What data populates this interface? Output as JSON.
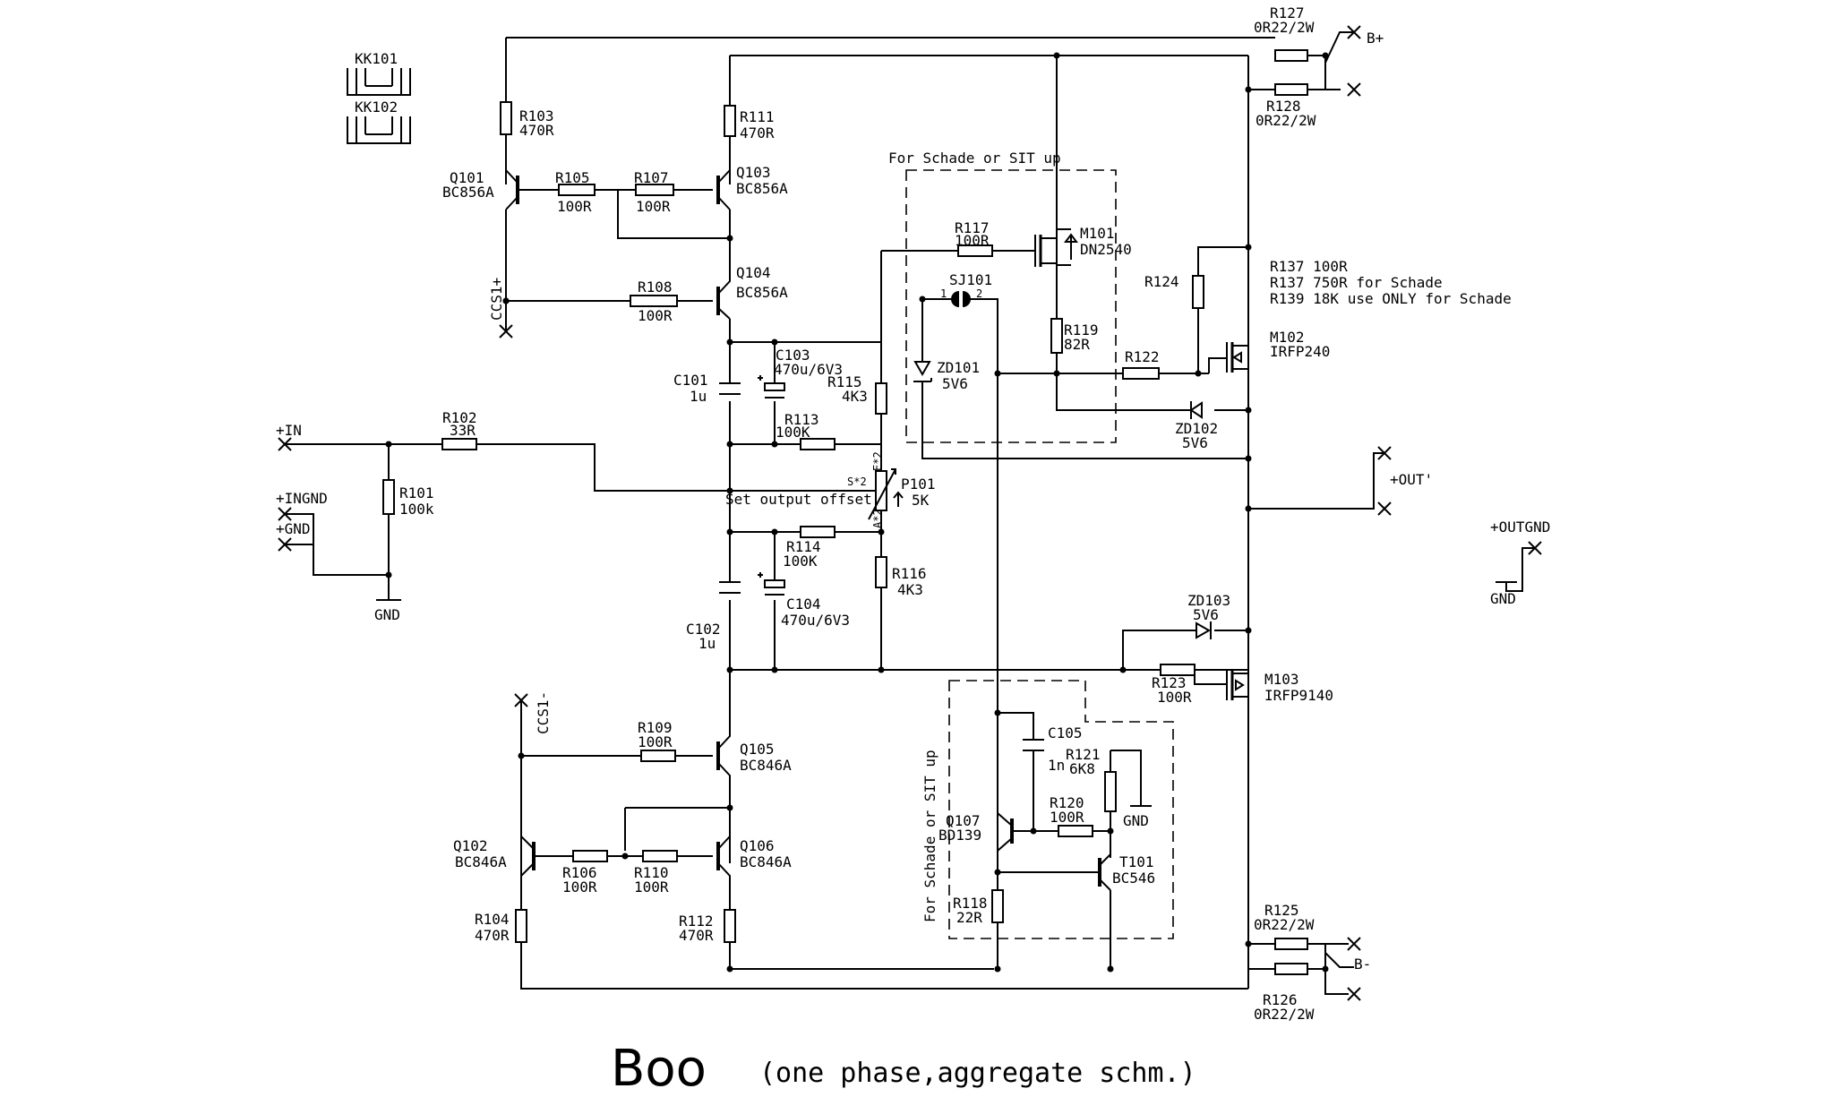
{
  "title": "Boo",
  "subtitle": "(one phase,aggregate schm.)",
  "notes": {
    "line1": "R137 100R",
    "line2": "R137 750R for Schade",
    "line3": "R139 18K use ONLY for Schade",
    "offset": "Set output offset",
    "box_top": "For Schade or SIT up",
    "box_bottom": "For Schade or SIT up"
  },
  "ports": {
    "in": "+IN",
    "ingnd": "+INGND",
    "gnd_in": "+GND",
    "gnd1": "GND",
    "gnd2": "GND",
    "gnd3": "GND",
    "out": "+OUT'",
    "outgnd": "+OUTGND",
    "bplus": "B+",
    "bminus": "B-",
    "ccs1p": "CCS1+",
    "ccs1m": "CCS1-"
  },
  "heatsinks": {
    "kk101": "KK101",
    "kk102": "KK102"
  },
  "resistors": {
    "R101": {
      "name": "R101",
      "value": "100k"
    },
    "R102": {
      "name": "R102",
      "value": "33R"
    },
    "R103": {
      "name": "R103",
      "value": "470R"
    },
    "R104": {
      "name": "R104",
      "value": "470R"
    },
    "R105": {
      "name": "R105",
      "value": "100R"
    },
    "R106": {
      "name": "R106",
      "value": "100R"
    },
    "R107": {
      "name": "R107",
      "value": "100R"
    },
    "R108": {
      "name": "R108",
      "value": "100R"
    },
    "R109": {
      "name": "R109",
      "value": "100R"
    },
    "R110": {
      "name": "R110",
      "value": "100R"
    },
    "R111": {
      "name": "R111",
      "value": "470R"
    },
    "R112": {
      "name": "R112",
      "value": "470R"
    },
    "R113": {
      "name": "R113",
      "value": "100K"
    },
    "R114": {
      "name": "R114",
      "value": "100K"
    },
    "R115": {
      "name": "R115",
      "value": "4K3"
    },
    "R116": {
      "name": "R116",
      "value": "4K3"
    },
    "R117": {
      "name": "R117",
      "value": "100R"
    },
    "R118": {
      "name": "R118",
      "value": "22R"
    },
    "R119": {
      "name": "R119",
      "value": "82R"
    },
    "R120": {
      "name": "R120",
      "value": "100R"
    },
    "R121": {
      "name": "R121",
      "value": "6K8"
    },
    "R122": {
      "name": "R122",
      "value": ""
    },
    "R123": {
      "name": "R123",
      "value": "100R"
    },
    "R124": {
      "name": "R124",
      "value": ""
    },
    "R125": {
      "name": "R125",
      "value": "0R22/2W"
    },
    "R126": {
      "name": "R126",
      "value": "0R22/2W"
    },
    "R127": {
      "name": "R127",
      "value": "0R22/2W"
    },
    "R128": {
      "name": "R128",
      "value": "0R22/2W"
    }
  },
  "capacitors": {
    "C101": {
      "name": "C101",
      "value": "1u"
    },
    "C102": {
      "name": "C102",
      "value": "1u"
    },
    "C103": {
      "name": "C103",
      "value": "470u/6V3"
    },
    "C104": {
      "name": "C104",
      "value": "470u/6V3"
    },
    "C105": {
      "name": "C105",
      "value": "1n"
    }
  },
  "transistors": {
    "Q101": {
      "name": "Q101",
      "value": "BC856A"
    },
    "Q102": {
      "name": "Q102",
      "value": "BC846A"
    },
    "Q103": {
      "name": "Q103",
      "value": "BC856A"
    },
    "Q104": {
      "name": "Q104",
      "value": "BC856A"
    },
    "Q105": {
      "name": "Q105",
      "value": "BC846A"
    },
    "Q106": {
      "name": "Q106",
      "value": "BC846A"
    },
    "Q107": {
      "name": "Q107",
      "value": "BD139"
    },
    "T101": {
      "name": "T101",
      "value": "BC546"
    },
    "M101": {
      "name": "M101",
      "value": "DN2540"
    },
    "M102": {
      "name": "M102",
      "value": "IRFP240"
    },
    "M103": {
      "name": "M103",
      "value": "IRFP9140"
    }
  },
  "diodes": {
    "ZD101": {
      "name": "ZD101",
      "value": "5V6"
    },
    "ZD102": {
      "name": "ZD102",
      "value": "5V6"
    },
    "ZD103": {
      "name": "ZD103",
      "value": "5V6"
    }
  },
  "pot": {
    "name": "P101",
    "value": "5K",
    "pin_s": "S*2",
    "pin_e": "E*2",
    "pin_a": "A*2"
  },
  "jumper": {
    "name": "SJ101",
    "pin1": "1",
    "pin2": "2"
  }
}
